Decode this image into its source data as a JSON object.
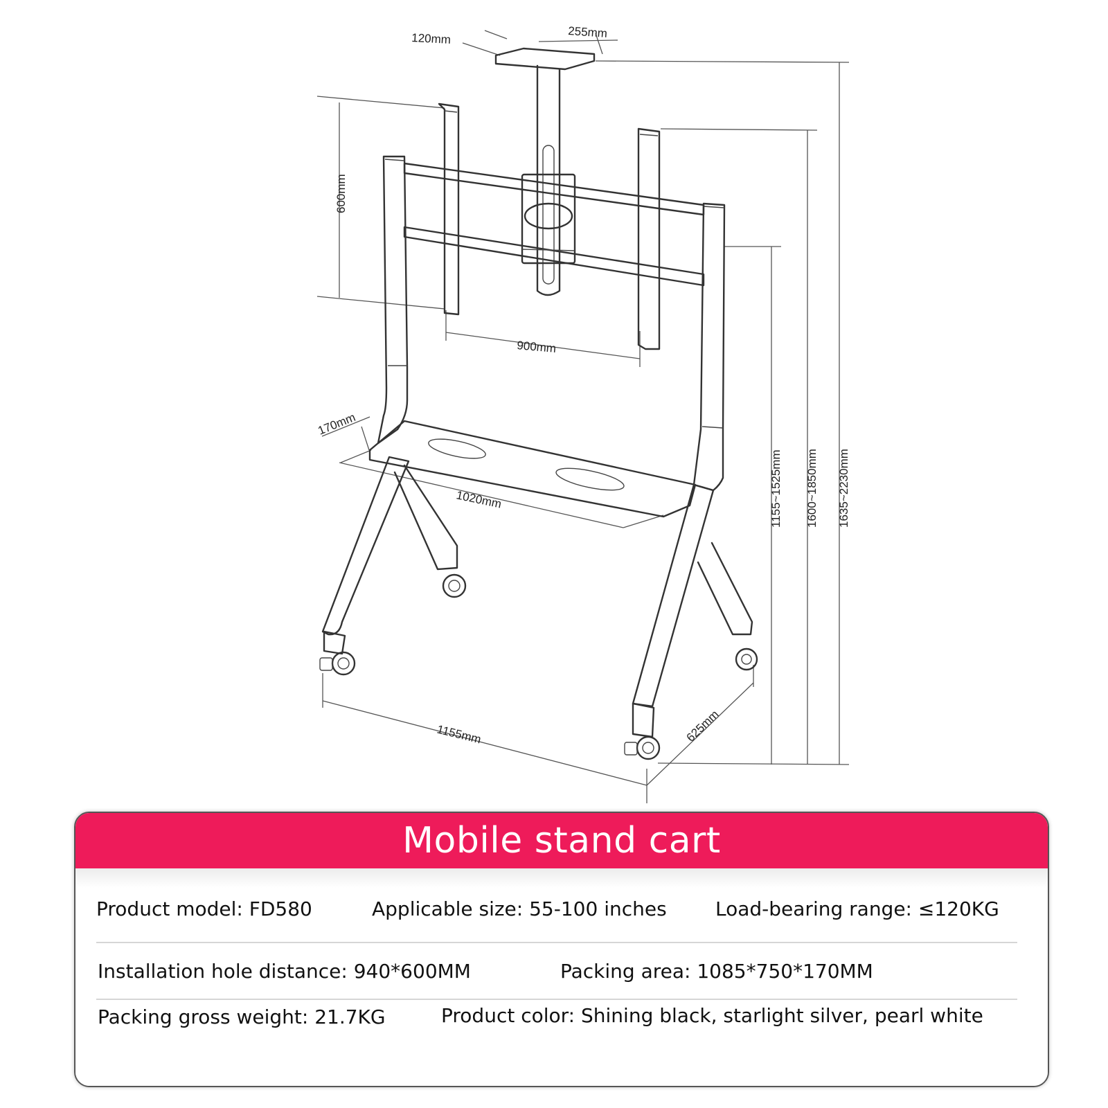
{
  "dimensions": {
    "top_plate_depth": "120mm",
    "top_plate_width": "255mm",
    "bracket_height": "600mm",
    "bracket_span": "900mm",
    "shelf_depth": "170mm",
    "shelf_width": "1020mm",
    "base_width": "1155mm",
    "base_depth": "625mm",
    "height_mount": "1155~1525mm",
    "height_bracket": "1600~1850mm",
    "height_total": "1635~2230mm"
  },
  "panel": {
    "title": "Mobile stand cart",
    "header_color": "#ee1b5a",
    "specs": {
      "model": "Product model: FD580",
      "size": "Applicable size: 55-100 inches",
      "load": "Load-bearing range: ≤120KG",
      "hole": "Installation hole distance: 940*600MM",
      "packing_area": "Packing area: 1085*750*170MM",
      "weight": "Packing gross weight: 21.7KG",
      "color": "Product color: Shining black, starlight silver, pearl white"
    }
  }
}
